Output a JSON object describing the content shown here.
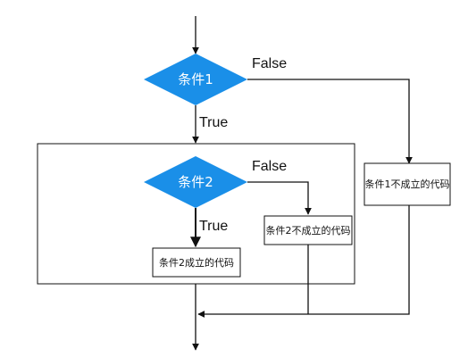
{
  "nodes": {
    "condition1": "条件1",
    "condition2": "条件2",
    "cond2_true_code": "条件2成立的代码",
    "cond2_false_code": "条件2不成立的代码",
    "cond1_false_code": "条件1不成立的代码"
  },
  "edges": {
    "cond1_true": "True",
    "cond1_false": "False",
    "cond2_true": "True",
    "cond2_false": "False"
  },
  "colors": {
    "decision_fill": "#1a8fe8"
  }
}
